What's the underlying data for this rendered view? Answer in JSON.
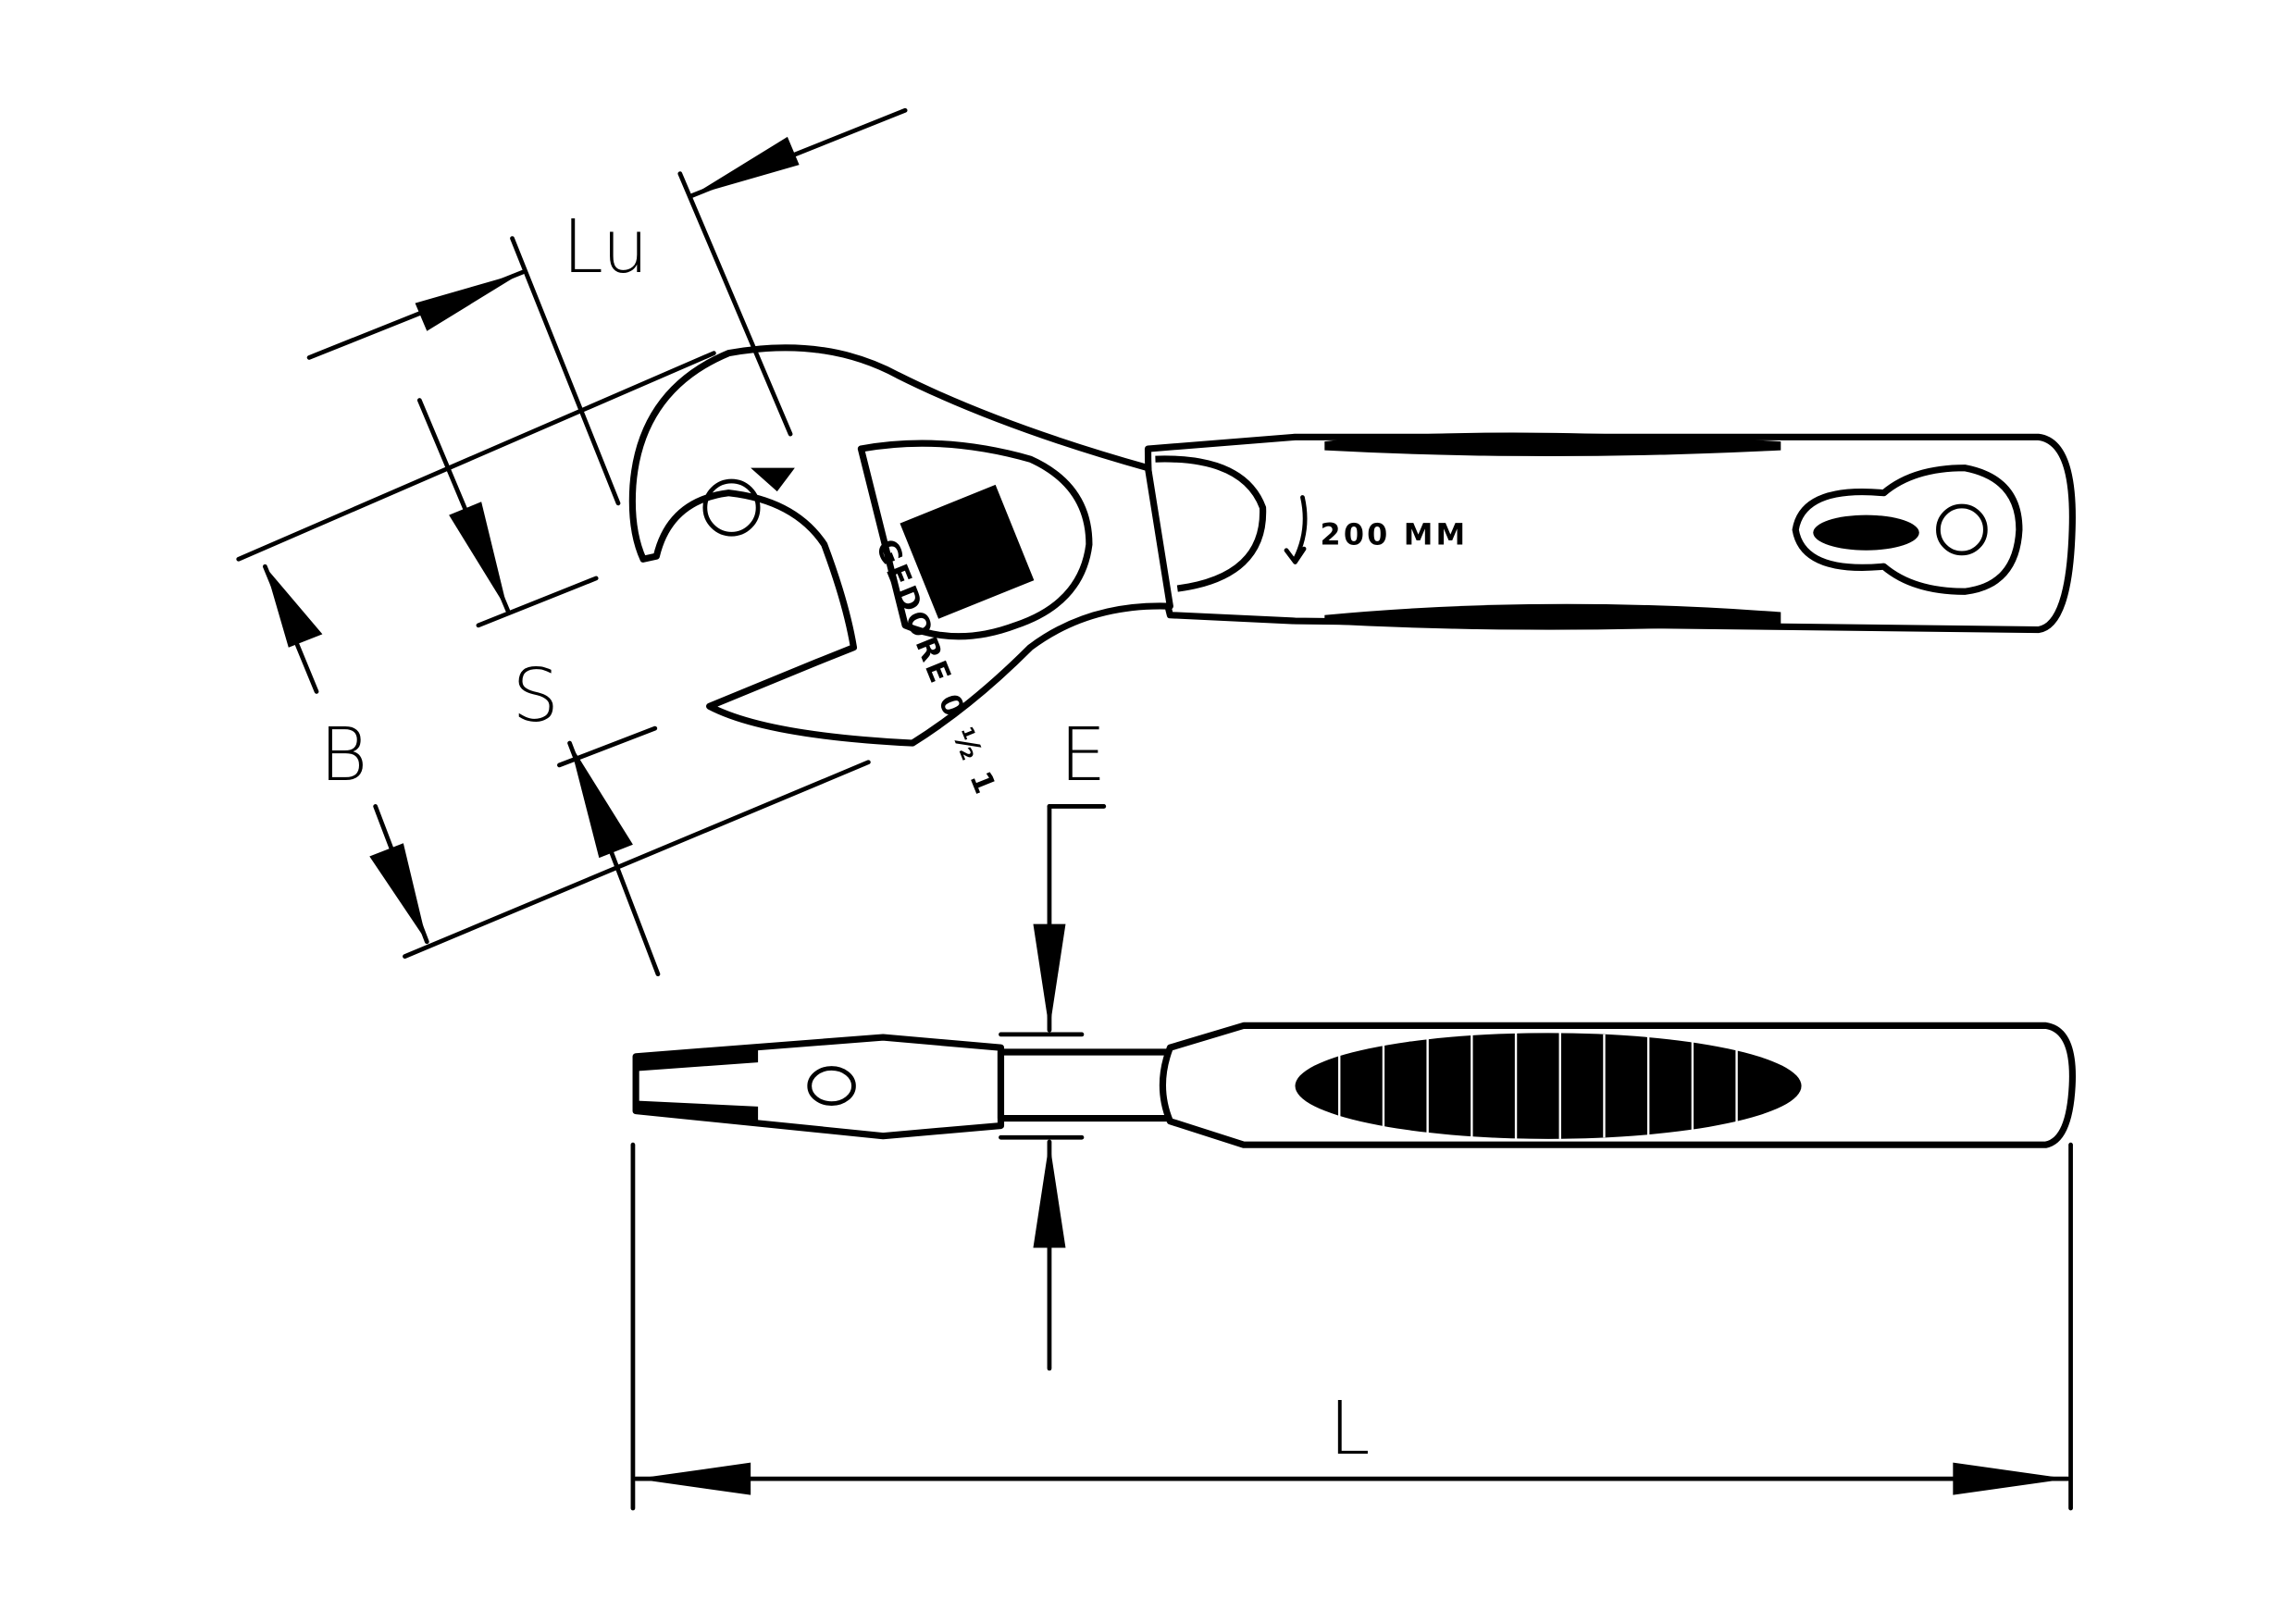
{
  "drawing": {
    "title": "Adjustable wrench dimension drawing",
    "dimensions": {
      "lu": "Lu",
      "s": "S",
      "b": "B",
      "e": "E",
      "l": "L"
    },
    "handle_marking": "200 MM",
    "logo_text": "Gedore"
  }
}
